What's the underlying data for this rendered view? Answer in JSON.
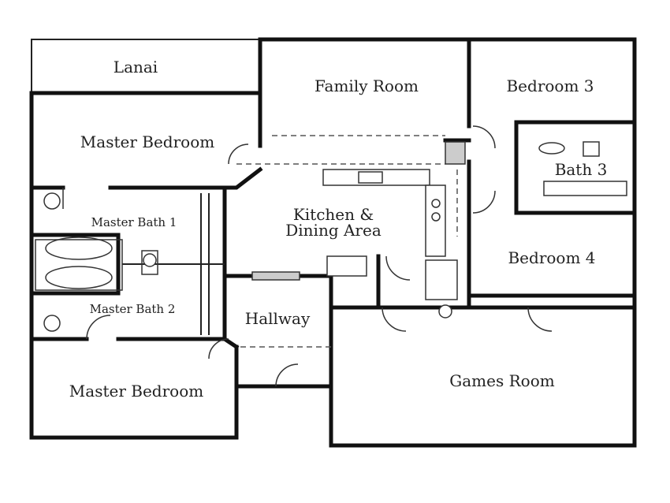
{
  "rooms": {
    "lanai": "Lanai",
    "family_room": "Family Room",
    "bedroom_3": "Bedroom 3",
    "master_bedroom_top": "Master Bedroom",
    "bath_3": "Bath 3",
    "master_bath_1": "Master Bath 1",
    "kitchen_line1": "Kitchen &",
    "kitchen_line2": "Dining Area",
    "bedroom_4": "Bedroom 4",
    "master_bath_2": "Master Bath 2",
    "hallway": "Hallway",
    "games_room": "Games Room",
    "master_bedroom_bottom": "Master Bedroom"
  }
}
